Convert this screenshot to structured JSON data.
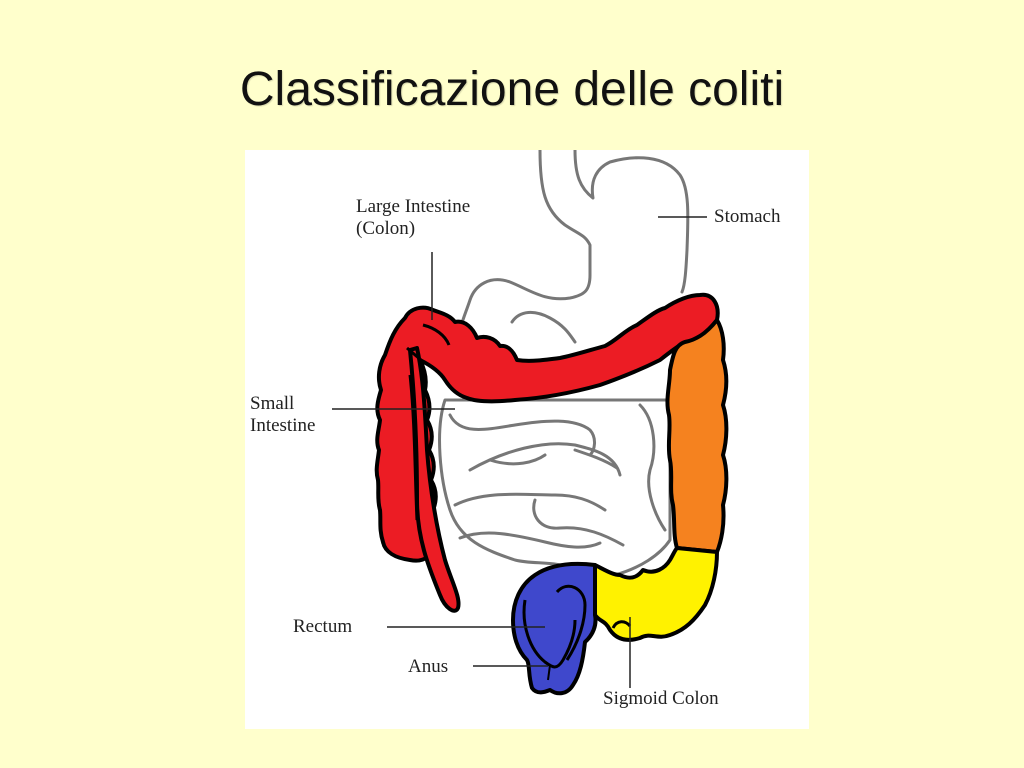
{
  "slide": {
    "title": "Classificazione delle coliti",
    "background_color": "#FFFFCC"
  },
  "diagram": {
    "labels": {
      "large_intestine_line1": "Large Intestine",
      "large_intestine_line2": "(Colon)",
      "stomach": "Stomach",
      "small_intestine_line1": "Small",
      "small_intestine_line2": "Intestine",
      "rectum": "Rectum",
      "anus": "Anus",
      "sigmoid_colon": "Sigmoid Colon"
    },
    "region_colors": {
      "ascending_transverse_colon": "#EC1C24",
      "descending_colon": "#F5821F",
      "sigmoid_colon": "#FFF200",
      "rectum_anus": "#3F48CC",
      "organ_outline": "#777777",
      "colon_outline": "#000000"
    }
  }
}
